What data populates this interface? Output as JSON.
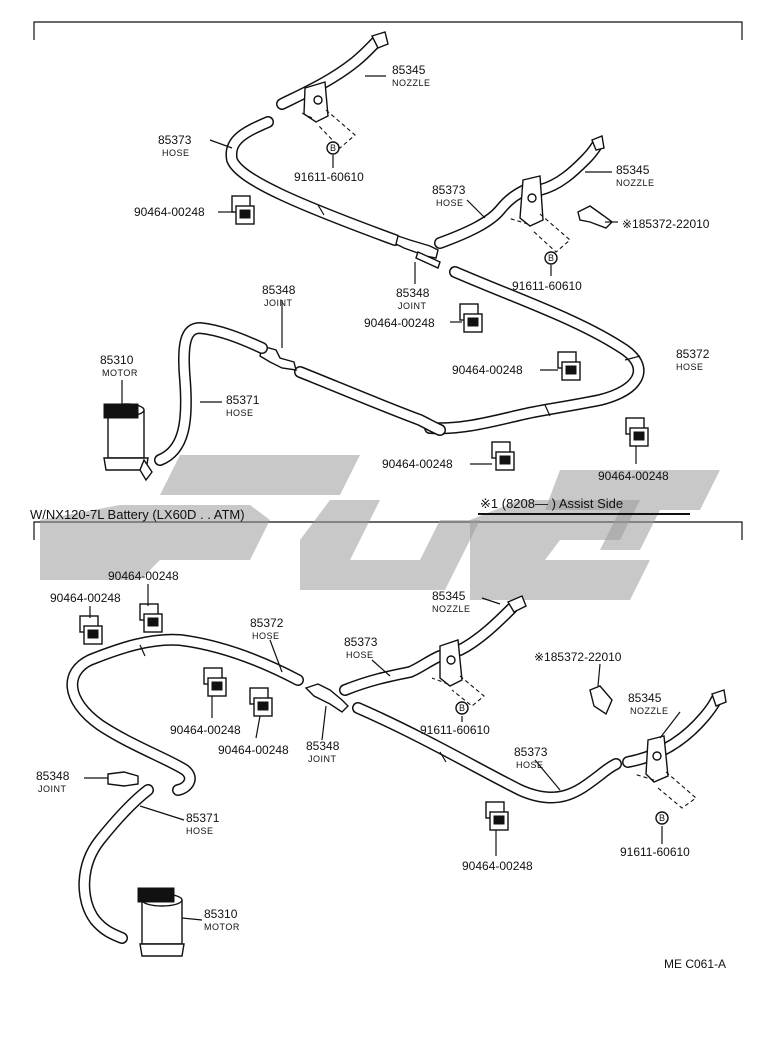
{
  "sections": {
    "top_caption": "W/NX120-7L Battery (LX60D . . ATM)",
    "assist_note": "※1 (8208—      ) Assist Side",
    "figure_code": "ME  C061-A"
  },
  "labels": {
    "t_nozzle_a": {
      "num": "85345",
      "name": "NOZZLE"
    },
    "t_hose_a": {
      "num": "85373",
      "name": "HOSE"
    },
    "t_bolt_a": "91611-60610",
    "t_clamp_a": "90464-00248",
    "t_nozzle_b": {
      "num": "85345",
      "name": "NOZZLE"
    },
    "t_hose_b": {
      "num": "85373",
      "name": "HOSE"
    },
    "t_bracket": "※185372-22010",
    "t_joint_a": {
      "num": "85348",
      "name": "JOINT"
    },
    "t_bolt_b": "91611-60610",
    "t_joint_b": {
      "num": "85348",
      "name": "JOINT"
    },
    "t_clamp_b": "90464-00248",
    "t_motor": {
      "num": "85310",
      "name": "MOTOR"
    },
    "t_hose_c": {
      "num": "85371",
      "name": "HOSE"
    },
    "t_hose_d": {
      "num": "85372",
      "name": "HOSE"
    },
    "t_clamp_c": "90464-00248",
    "t_clamp_d": "90464-00248",
    "t_clamp_e": "90464-00248",
    "b_clamp_a": "90464-00248",
    "b_clamp_b": "90464-00248",
    "b_hose_d": {
      "num": "85372",
      "name": "HOSE"
    },
    "b_nozzle_a": {
      "num": "85345",
      "name": "NOZZLE"
    },
    "b_hose_a": {
      "num": "85373",
      "name": "HOSE"
    },
    "b_bracket": "※185372-22010",
    "b_nozzle_b": {
      "num": "85345",
      "name": "NOZZLE"
    },
    "b_clamp_c": "90464-00248",
    "b_clamp_d": "90464-00248",
    "b_joint_a": {
      "num": "85348",
      "name": "JOINT"
    },
    "b_bolt_a": "91611-60610",
    "b_hose_b": {
      "num": "85373",
      "name": "HOSE"
    },
    "b_joint_b": {
      "num": "85348",
      "name": "JOINT"
    },
    "b_hose_c": {
      "num": "85371",
      "name": "HOSE"
    },
    "b_clamp_e": "90464-00248",
    "b_bolt_b": "91611-60610",
    "b_motor": {
      "num": "85310",
      "name": "MOTOR"
    }
  },
  "bolt_mark": "B",
  "colors": {
    "line": "#111111",
    "watermark": "#9a9a9a"
  }
}
